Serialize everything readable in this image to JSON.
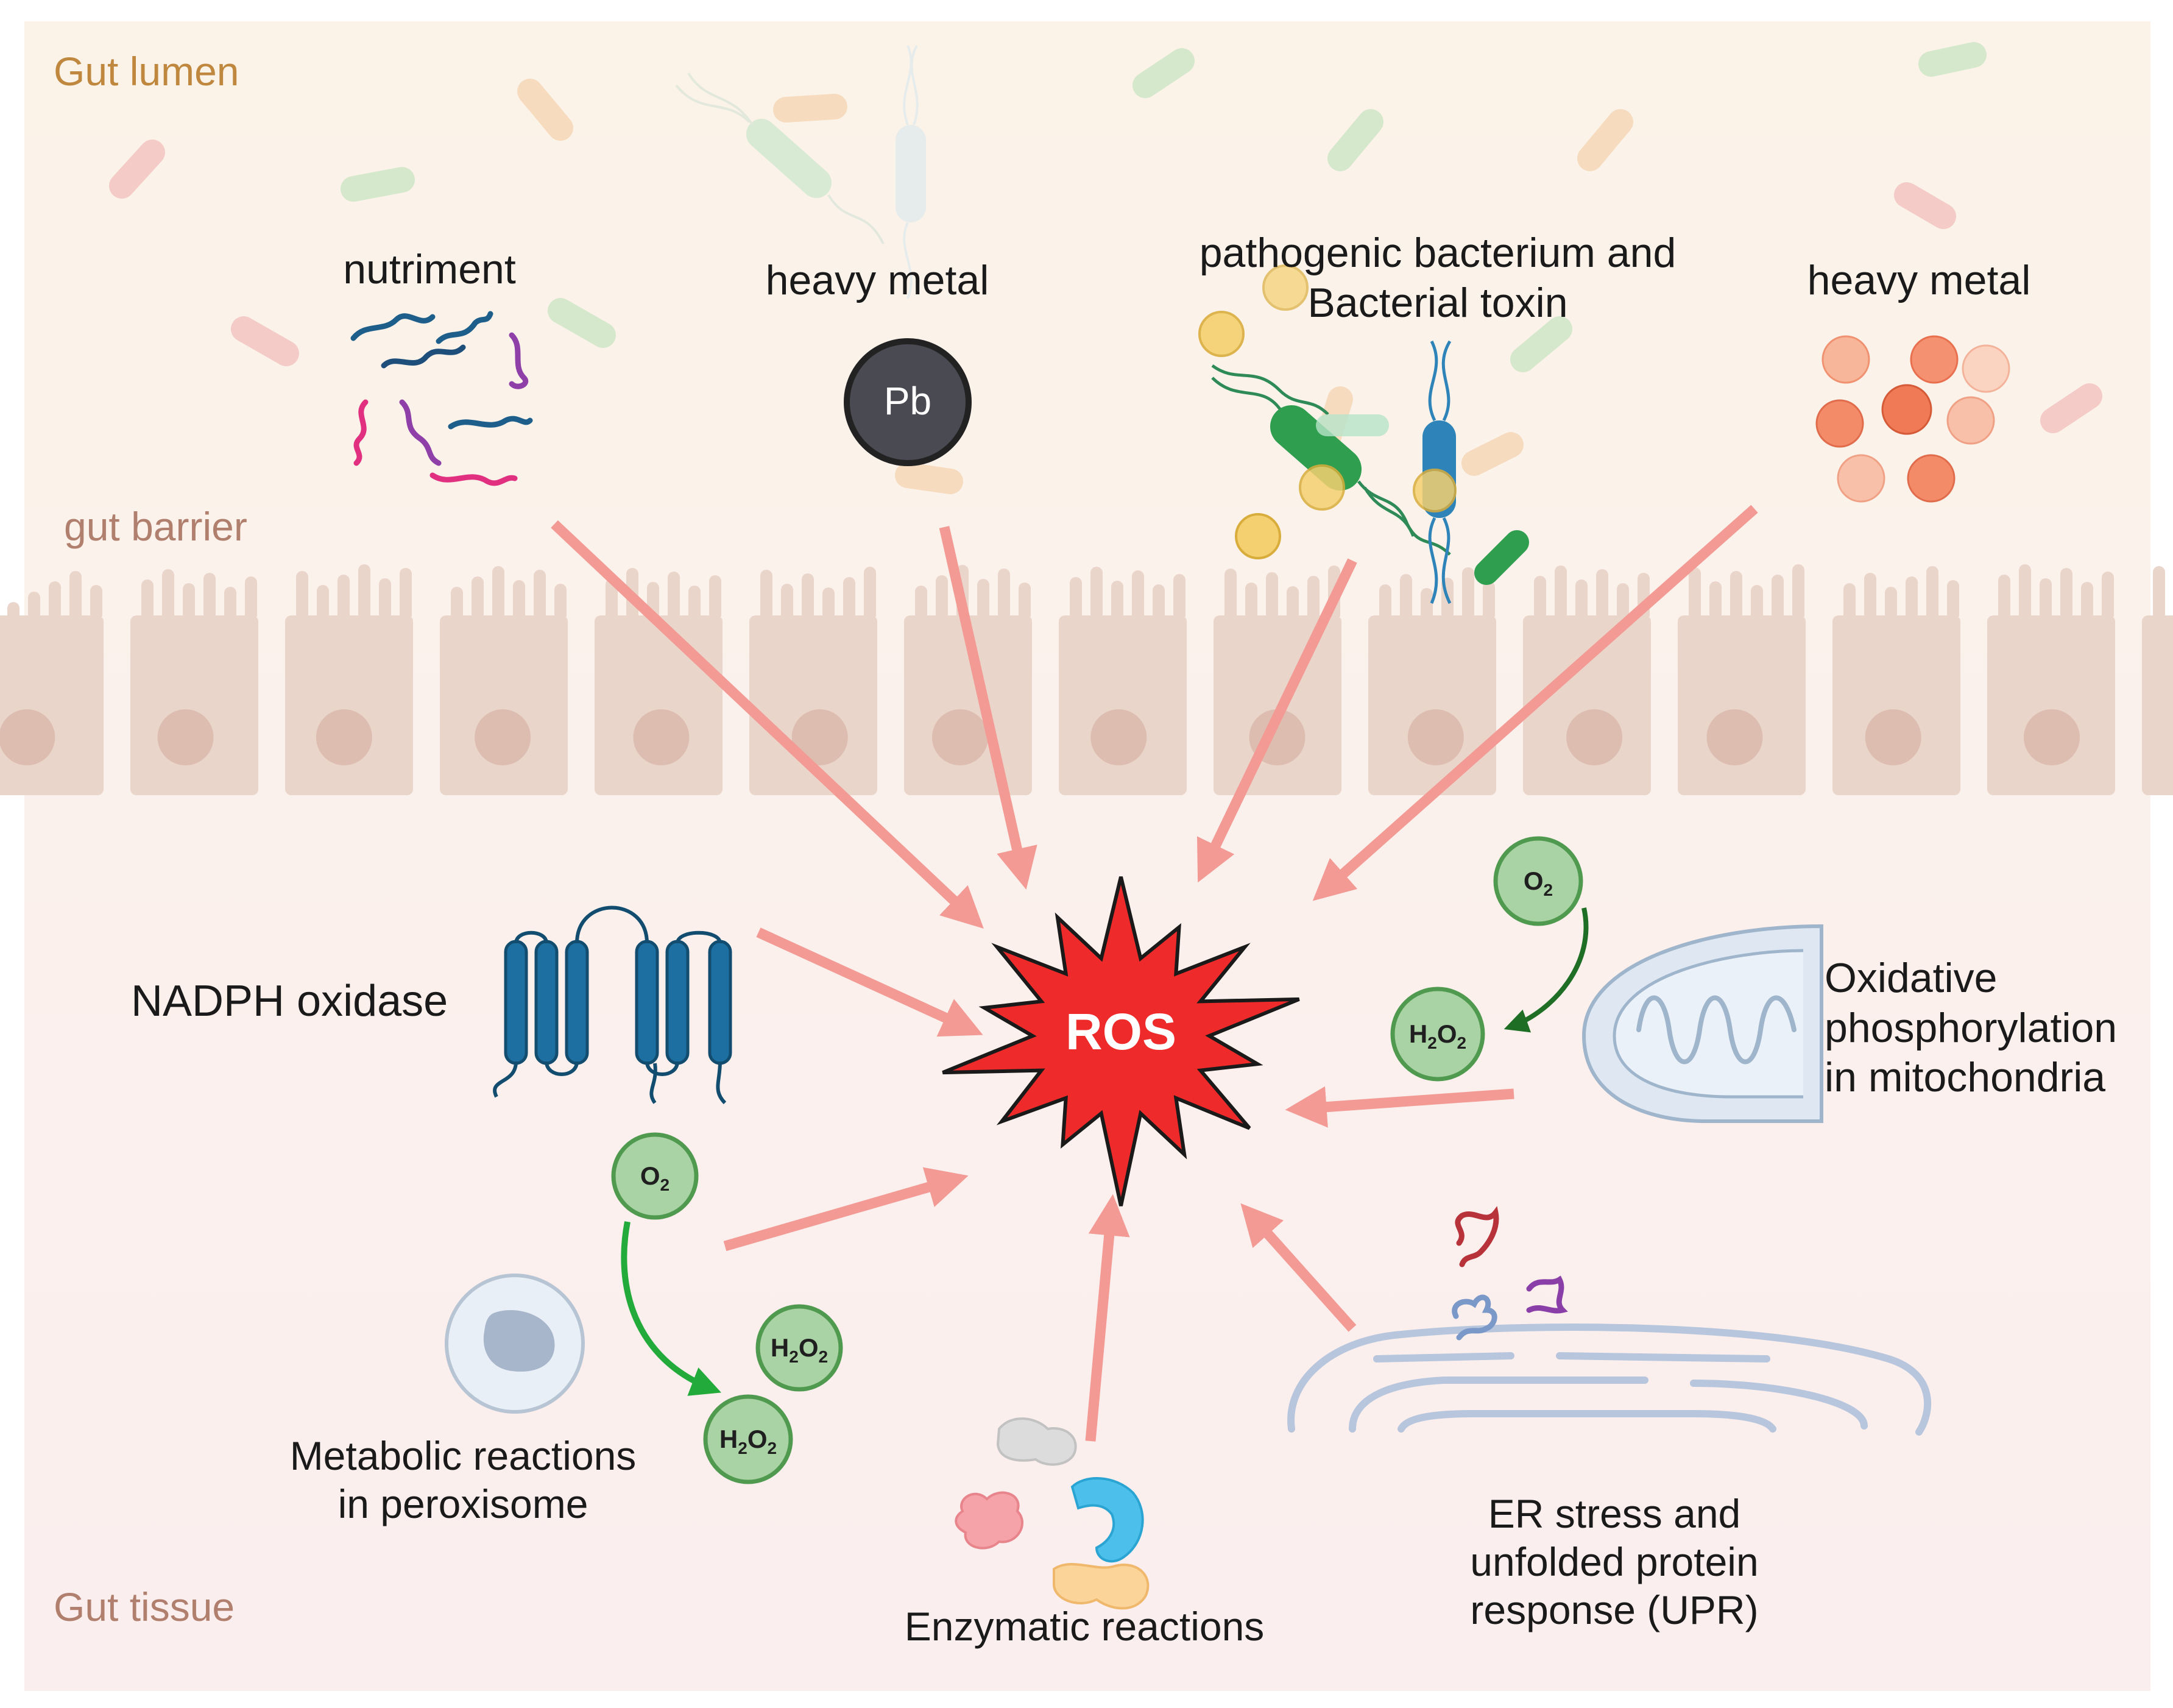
{
  "zones": {
    "lumen": "Gut lumen",
    "barrier": "gut barrier",
    "tissue": "Gut tissue"
  },
  "colors": {
    "lumen_label": "#c0883f",
    "barrier_label": "#b07f6d",
    "tissue_label": "#b07f6d",
    "arrow": "#f39a94",
    "ros_star": "#ee2a2a",
    "molecule_fill": "#a9d3a4",
    "molecule_stroke": "#4f9a4f",
    "cell": "#ead5cb",
    "nucleus": "#ddbdb0",
    "nadph_protein": "#1c6fa0",
    "mitochondria": "#dfe8f2",
    "er": "#dbe6f1",
    "pb_fill": "#4a4a52"
  },
  "sources": {
    "nutriment": "nutriment",
    "heavy_metal_left": "heavy metal",
    "pathogen_line1": "pathogenic bacterium and",
    "pathogen_line2": "Bacterial toxin",
    "heavy_metal_right": "heavy metal",
    "pb_symbol": "Pb"
  },
  "center": {
    "label": "ROS"
  },
  "tissue_sources": {
    "nadph": "NADPH oxidase",
    "mito_line1": "Oxidative",
    "mito_line2": "phosphorylation",
    "mito_line3": "in mitochondria",
    "perox_line1": "Metabolic reactions",
    "perox_line2": "in peroxisome",
    "enzyme": "Enzymatic reactions",
    "er_line1": "ER stress and",
    "er_line2": "unfolded protein",
    "er_line3": "response (UPR)"
  },
  "molecules": {
    "o2_base": "O",
    "o2_sub": "2",
    "h2o2_h": "H",
    "h2o2_sub1": "2",
    "h2o2_o": "O",
    "h2o2_sub2": "2"
  }
}
